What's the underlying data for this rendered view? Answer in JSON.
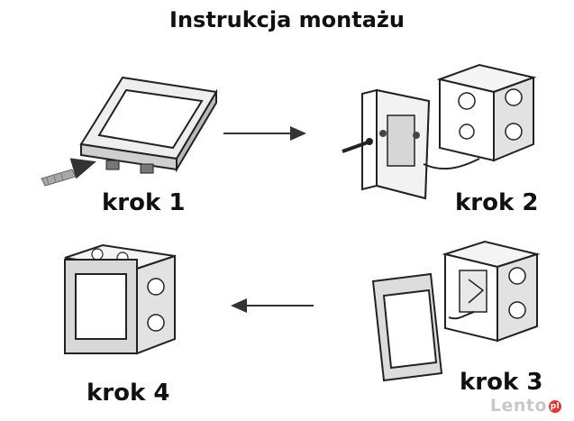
{
  "title": "Instrukcja montażu",
  "steps": [
    {
      "label": "krok 1"
    },
    {
      "label": "krok 2"
    },
    {
      "label": "krok 3"
    },
    {
      "label": "krok 4"
    }
  ],
  "watermark": "Lento",
  "watermark_suffix": "pl"
}
